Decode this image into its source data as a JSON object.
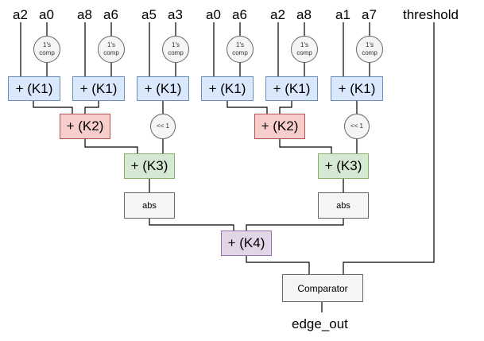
{
  "inputs": {
    "g1": [
      "a2",
      "a0"
    ],
    "g2": [
      "a8",
      "a6"
    ],
    "g3": [
      "a5",
      "a3"
    ],
    "g4": [
      "a0",
      "a6"
    ],
    "g5": [
      "a2",
      "a8"
    ],
    "g6": [
      "a1",
      "a7"
    ],
    "threshold": "threshold"
  },
  "ones_comp": [
    "1's",
    "comp"
  ],
  "shift": "<< 1",
  "blocks": {
    "k1": "+ (K1)",
    "k2": "+ (K2)",
    "k3": "+ (K3)",
    "k4": "+ (K4)",
    "abs": "abs",
    "comparator": "Comparator"
  },
  "output": "edge_out"
}
